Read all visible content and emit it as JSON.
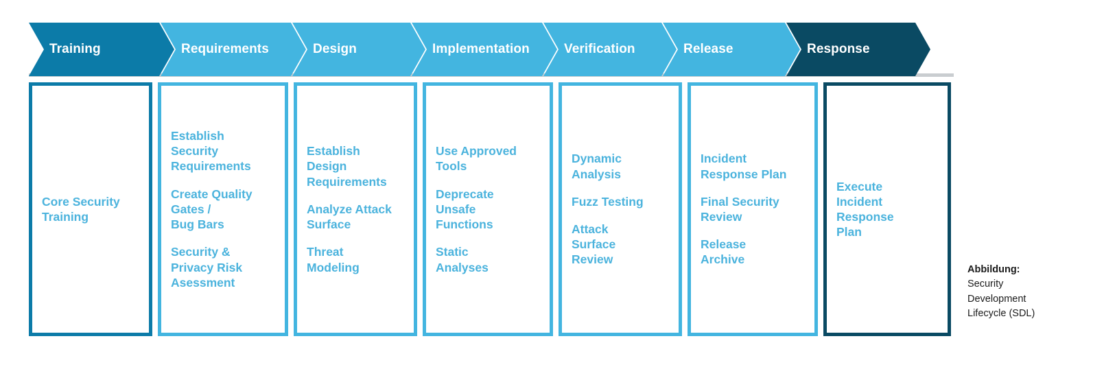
{
  "figure": {
    "caption_label": "Abbildung:",
    "caption_text": "Security\nDevelopment\nLifecycle (SDL)"
  },
  "colors": {
    "phase_light": "#43b5e0",
    "phase_dark_start": "#0c7ba8",
    "phase_dark_end": "#0a4a63",
    "item_text": "#4bb3dd",
    "chevron_label": "#ffffff",
    "background": "#ffffff",
    "shadow_strip": "#c9cdd0"
  },
  "phases": [
    {
      "label": "Training",
      "tone": "tone-dark-start",
      "width": 180,
      "chevron_width": 212,
      "items": [
        "Core Security\nTraining"
      ]
    },
    {
      "label": "Requirements",
      "tone": "",
      "width": 190,
      "chevron_width": 212,
      "items": [
        "Establish\nSecurity\nRequirements",
        "Create Quality\nGates /\nBug Bars",
        "Security &\nPrivacy Risk\nAsessment"
      ]
    },
    {
      "label": "Design",
      "tone": "",
      "width": 180,
      "chevron_width": 194,
      "items": [
        "Establish\nDesign\nRequirements",
        "Analyze Attack\nSurface",
        "Threat\nModeling"
      ]
    },
    {
      "label": "Implementation",
      "tone": "",
      "width": 190,
      "chevron_width": 212,
      "items": [
        "Use Approved\nTools",
        "Deprecate\nUnsafe\nFunctions",
        "Static\nAnalyses"
      ]
    },
    {
      "label": "Verification",
      "tone": "",
      "width": 180,
      "chevron_width": 194,
      "items": [
        "Dynamic\nAnalysis",
        "Fuzz Testing",
        "Attack\nSurface\nReview"
      ]
    },
    {
      "label": "Release",
      "tone": "",
      "width": 190,
      "chevron_width": 200,
      "items": [
        "Incident\nResponse Plan",
        "Final Security\n Review",
        "Release\nArchive"
      ]
    },
    {
      "label": "Response",
      "tone": "tone-dark-end",
      "width": 186,
      "chevron_width": 210,
      "items": [
        "Execute\nIncident\nResponse\nPlan"
      ]
    }
  ]
}
